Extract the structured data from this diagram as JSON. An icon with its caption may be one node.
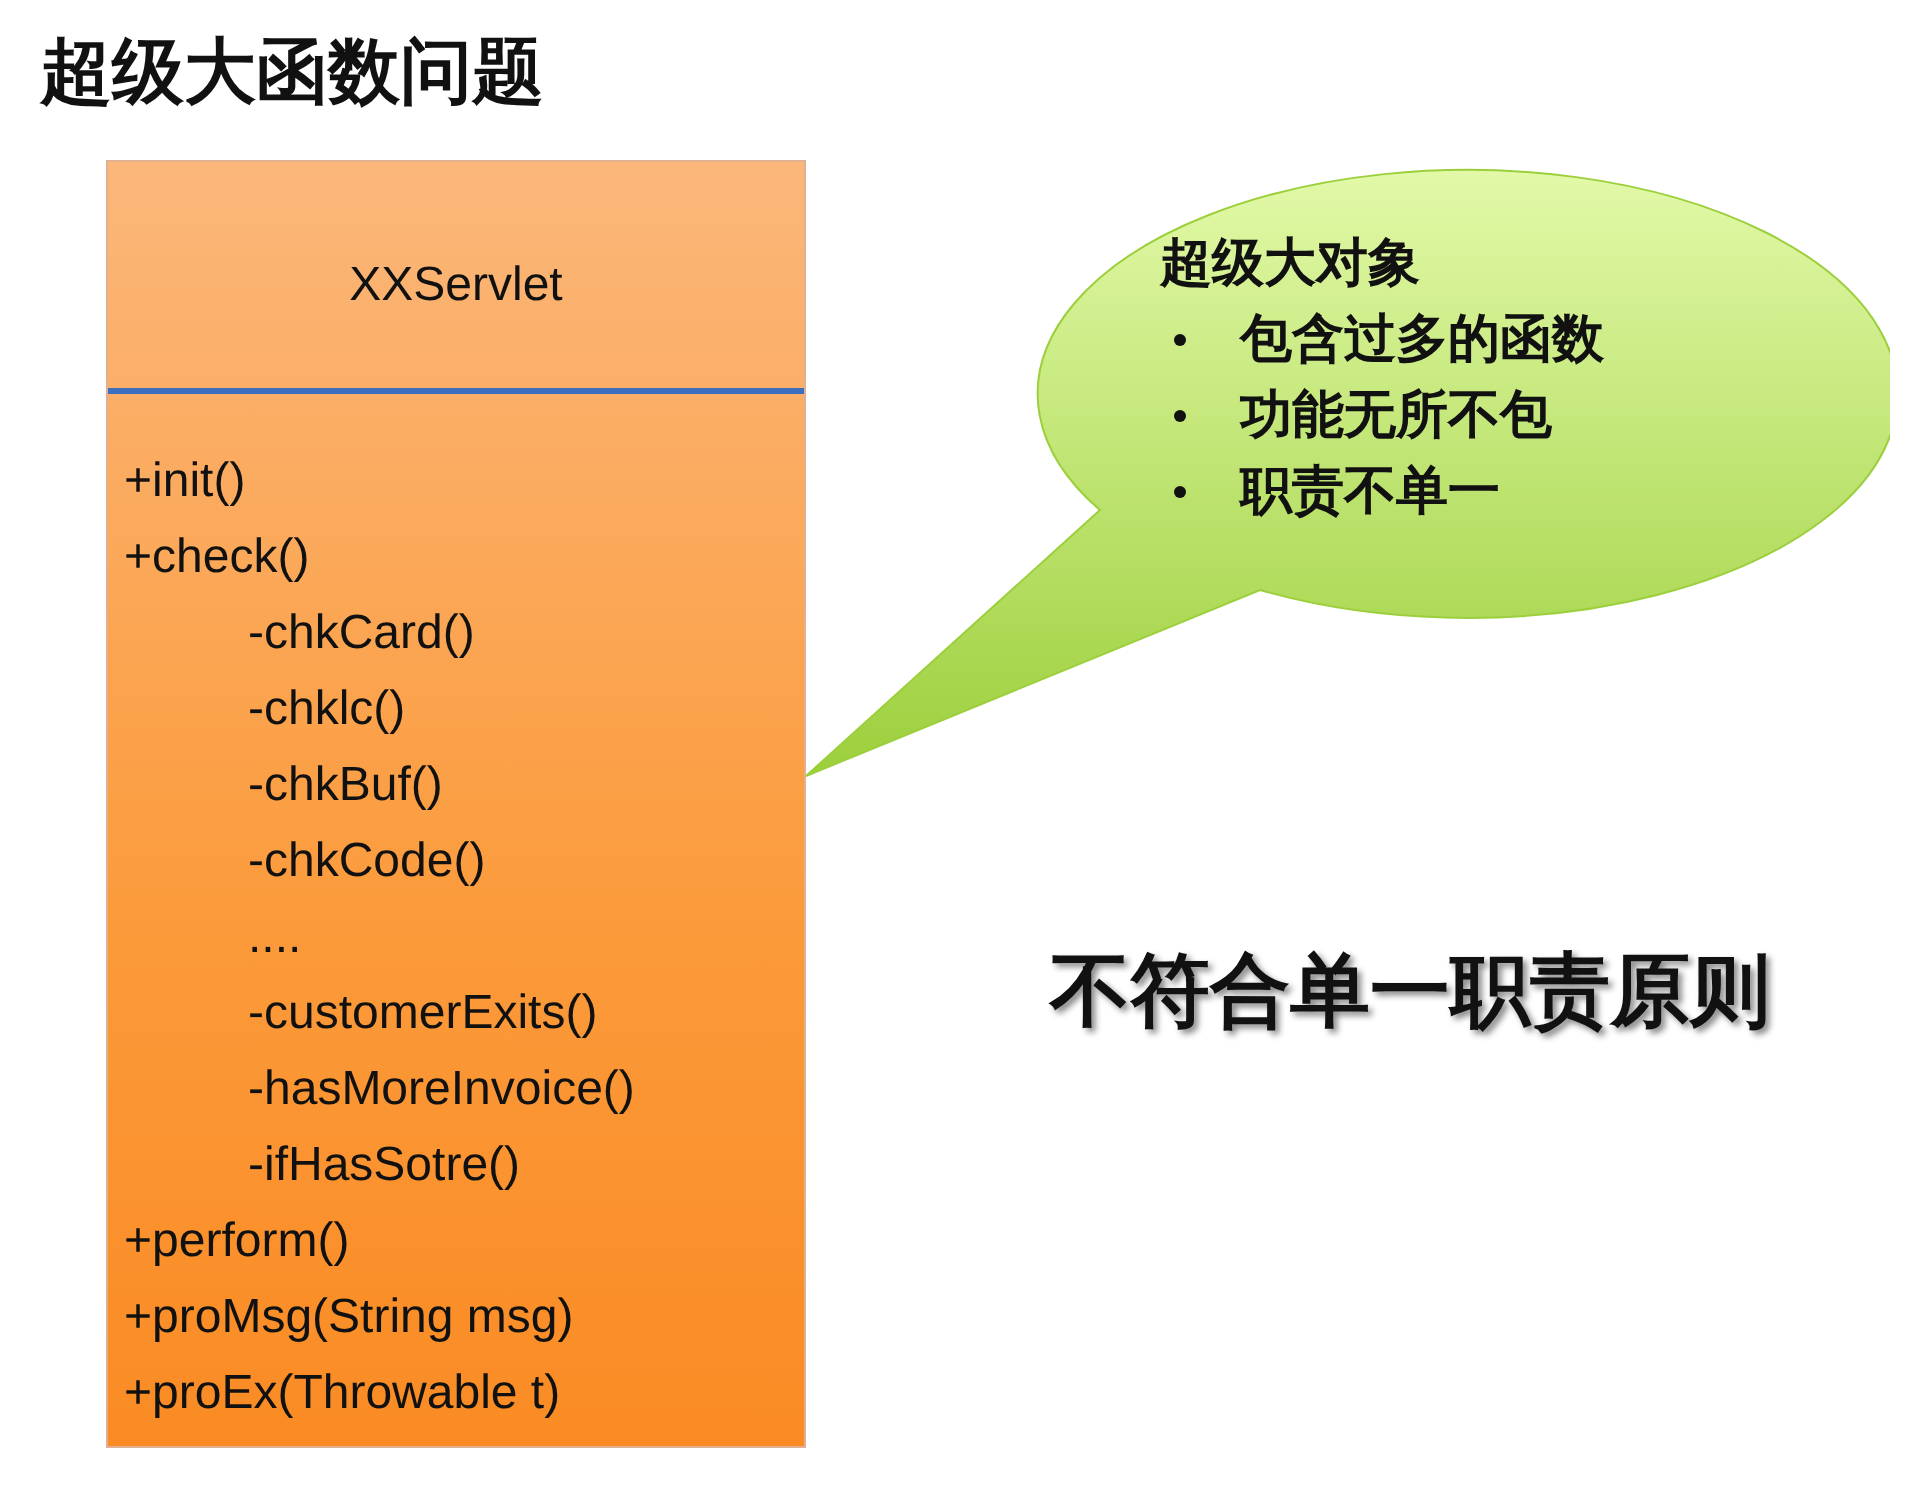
{
  "diagram": {
    "title": "超级大函数问题",
    "nodes": [
      {
        "text": [
          "XXServlet",
          "+init()",
          "+check()",
          "-chkCard()",
          "-chklc()",
          "-chkBuf()",
          "-chkCode()",
          "....",
          "-customerExits()",
          "-hasMoreInvoice()",
          "-ifHasSotre()",
          "+perform()",
          "+proMsg(String msg)",
          "+proEx(Throwable t)"
        ]
      },
      {
        "text": [
          "超级大对象",
          "包含过多的函数",
          "功能无所不包",
          "职责不单一"
        ]
      }
    ],
    "edges": [],
    "labels": [
      "不符合单一职责原则"
    ]
  }
}
